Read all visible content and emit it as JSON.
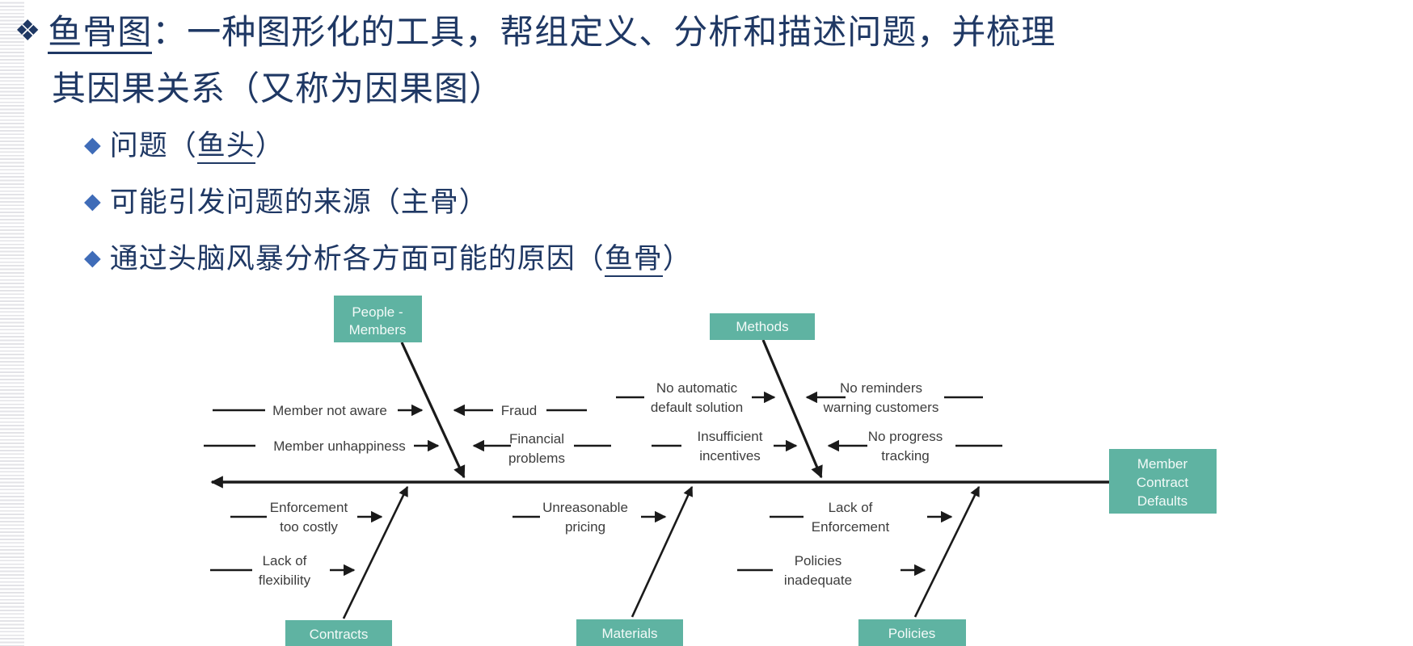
{
  "slide": {
    "colors": {
      "title_navy": "#1F3864",
      "sub_bullet_blue": "#3F6CB8",
      "background": "#FFFFFF"
    },
    "overall_bullet_glyph": "❖",
    "sub_bullet_glyph": "◆",
    "title": {
      "keyword": "鱼骨图",
      "rest": "：一种图形化的工具，帮组定义、分析和描述问题，并梳理",
      "line2": "其因果关系（又称为因果图）"
    },
    "sub_bullets": [
      {
        "pre": "问题（",
        "keyword": "鱼头",
        "post": "）"
      },
      {
        "pre": "可能引发问题的来源（主骨）",
        "keyword": "",
        "post": ""
      },
      {
        "pre": "通过头脑风暴分析各方面可能的原因（",
        "keyword": "鱼骨",
        "post": "）"
      }
    ]
  },
  "diagram": {
    "colors": {
      "box_fill": "#5FB3A2",
      "box_text": "#F3FAF8",
      "line": "#1A1A1A",
      "label_text": "#3D3D3D"
    },
    "head_box": {
      "line1": "Member",
      "line2": "Contract",
      "line3": "Defaults"
    },
    "category_boxes": {
      "people": {
        "line1": "People -",
        "line2": "Members"
      },
      "methods": {
        "label": "Methods"
      },
      "contracts": {
        "label": "Contracts"
      },
      "materials": {
        "label": "Materials"
      },
      "policies": {
        "label": "Policies"
      }
    },
    "causes": {
      "member_not_aware": "Member not aware",
      "fraud": "Fraud",
      "member_unhappiness": "Member unhappiness",
      "financial_problems": {
        "line1": "Financial",
        "line2": "problems"
      },
      "no_automatic": {
        "line1": "No automatic",
        "line2": "default solution"
      },
      "no_reminders": {
        "line1": "No reminders",
        "line2": "warning customers"
      },
      "insufficient_incentives": {
        "line1": "Insufficient",
        "line2": "incentives"
      },
      "no_progress": {
        "line1": "No progress",
        "line2": "tracking"
      },
      "enforcement_too_costly": {
        "line1": "Enforcement",
        "line2": "too costly"
      },
      "lack_of_flexibility": {
        "line1": "Lack of",
        "line2": "flexibility"
      },
      "unreasonable_pricing": {
        "line1": "Unreasonable",
        "line2": "pricing"
      },
      "lack_of_enforcement": {
        "line1": "Lack of",
        "line2": "Enforcement"
      },
      "policies_inadequate": {
        "line1": "Policies",
        "line2": "inadequate"
      }
    }
  }
}
